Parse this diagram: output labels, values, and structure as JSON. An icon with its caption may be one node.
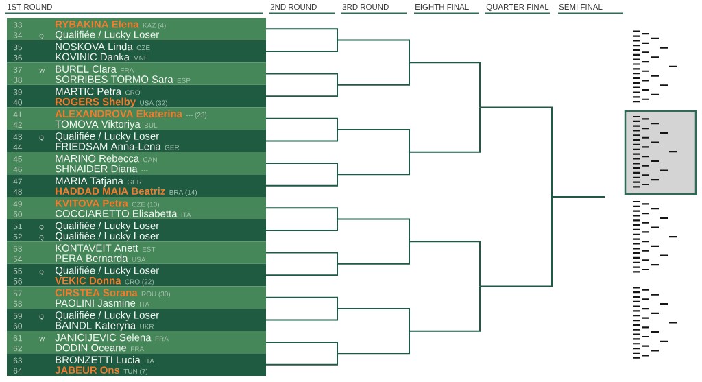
{
  "diagram": {
    "nodes": [
      {
        "text": [
          "33",
          "RYBAKINA Elena",
          "KAZ (4)",
          "34",
          "Q",
          "Qualifiée / Lucky Loser"
        ]
      },
      {
        "text": [
          "35",
          "NOSKOVA Linda",
          "CZE",
          "36",
          "KOVINIC Danka",
          "MNE"
        ]
      },
      {
        "text": [
          "37",
          "W",
          "BUREL Clara",
          "FRA",
          "38",
          "SORRIBES TORMO Sara",
          "ESP"
        ]
      },
      {
        "text": [
          "39",
          "MARTIC Petra",
          "CRO",
          "40",
          "ROGERS Shelby",
          "USA (32)"
        ]
      },
      {
        "text": [
          "41",
          "ALEXANDROVA Ekaterina",
          "--- (23)",
          "42",
          "TOMOVA Viktoriya",
          "BUL"
        ]
      },
      {
        "text": [
          "43",
          "Q",
          "Qualifiée / Lucky Loser",
          "44",
          "FRIEDSAM Anna-Lena",
          "GER"
        ]
      },
      {
        "text": [
          "45",
          "MARINO Rebecca",
          "CAN",
          "46",
          "SHNAIDER Diana",
          "---"
        ]
      },
      {
        "text": [
          "47",
          "MARIA Tatjana",
          "GER",
          "48",
          "HADDAD MAIA Beatriz",
          "BRA (14)"
        ]
      },
      {
        "text": [
          "49",
          "KVITOVA Petra",
          "CZE (10)",
          "50",
          "COCCIARETTO Elisabetta",
          "ITA"
        ]
      },
      {
        "text": [
          "51",
          "Q",
          "Qualifiée / Lucky Loser",
          "52",
          "Q",
          "Qualifiée / Lucky Loser"
        ]
      },
      {
        "text": [
          "53",
          "KONTAVEIT Anett",
          "EST",
          "54",
          "PERA Bernarda",
          "USA"
        ]
      },
      {
        "text": [
          "55",
          "Q",
          "Qualifiée / Lucky Loser",
          "56",
          "VEKIC Donna",
          "CRO (22)"
        ]
      },
      {
        "text": [
          "57",
          "CIRSTEA Sorana",
          "ROU (30)",
          "58",
          "PAOLINI Jasmine",
          "ITA"
        ]
      },
      {
        "text": [
          "59",
          "Q",
          "Qualifiée / Lucky Loser",
          "60",
          "BAINDL Kateryna",
          "UKR"
        ]
      },
      {
        "text": [
          "61",
          "W",
          "JANICIJEVIC Selena",
          "FRA",
          "62",
          "DODIN Oceane",
          "FRA"
        ]
      },
      {
        "text": [
          "63",
          "BRONZETTI Lucia",
          "ITA",
          "64",
          "JABEUR Ons",
          "TUN (7)"
        ]
      }
    ],
    "edges": [
      {
        "from": 0,
        "to": null,
        "arrow": "none"
      },
      {
        "from": 1,
        "to": null,
        "arrow": "none"
      },
      {
        "from": 2,
        "to": null,
        "arrow": "none"
      },
      {
        "from": 3,
        "to": null,
        "arrow": "none"
      },
      {
        "from": 4,
        "to": null,
        "arrow": "none"
      },
      {
        "from": 5,
        "to": null,
        "arrow": "none"
      },
      {
        "from": 6,
        "to": null,
        "arrow": "none"
      },
      {
        "from": 7,
        "to": null,
        "arrow": "none"
      },
      {
        "from": 8,
        "to": null,
        "arrow": "none"
      },
      {
        "from": 9,
        "to": null,
        "arrow": "none"
      },
      {
        "from": 10,
        "to": null,
        "arrow": "none"
      },
      {
        "from": 11,
        "to": null,
        "arrow": "none"
      },
      {
        "from": 12,
        "to": null,
        "arrow": "none"
      },
      {
        "from": 13,
        "to": null,
        "arrow": "none"
      },
      {
        "from": 14,
        "to": null,
        "arrow": "none"
      },
      {
        "from": 15,
        "to": null,
        "arrow": "none"
      }
    ],
    "labels": [
      "1ST ROUND",
      "2ND ROUND",
      "3RD ROUND",
      "EIGHTH FINAL",
      "QUARTER FINAL",
      "SEMI FINAL"
    ]
  }
}
